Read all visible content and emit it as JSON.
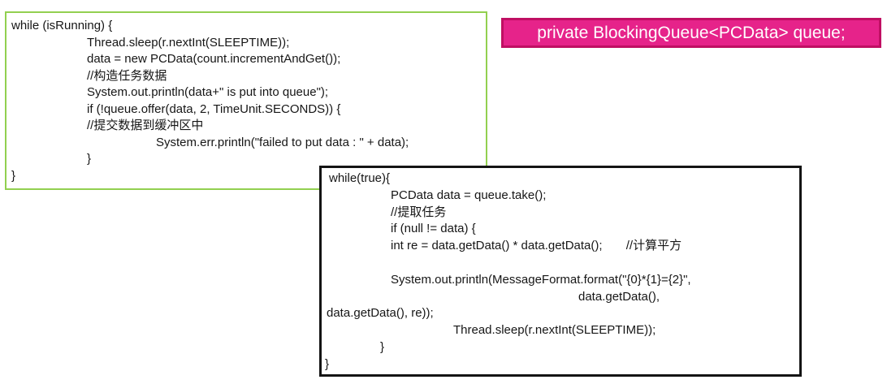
{
  "slide": {
    "background_color": "#ffffff"
  },
  "queue_declaration": {
    "text": "private BlockingQueue<PCData> queue;",
    "fill_color": "#e6238a",
    "border_color": "#c00f63",
    "text_color": "#ffffff"
  },
  "producer": {
    "role": "producer-code-snippet",
    "border_color": "#92d050",
    "lines": [
      {
        "text": "while (isRunning) {"
      },
      {
        "text": "Thread.sleep(r.nextInt(SLEEPTIME));"
      },
      {
        "text": "data = new PCData(count.incrementAndGet());"
      },
      {
        "text": "//构造任务数据"
      },
      {
        "text": "System.out.println(data+\" is put into queue\");"
      },
      {
        "text": "if (!queue.offer(data, 2, TimeUnit.SECONDS)) {"
      },
      {
        "text": "//提交数据到缓冲区中"
      },
      {
        "text": "System.err.println(\"failed to put data : \" + data);"
      },
      {
        "text": "}"
      },
      {
        "text": "}"
      }
    ]
  },
  "consumer": {
    "role": "consumer-code-snippet",
    "border_color": "#141414",
    "lines": [
      {
        "text": "while(true){"
      },
      {
        "text": "PCData data = queue.take();"
      },
      {
        "text": "//提取任务"
      },
      {
        "text": "if (null != data) {"
      },
      {
        "text": "int re = data.getData() * data.getData();       //计算平方"
      },
      {
        "text": ""
      },
      {
        "text": "System.out.println(MessageFormat.format(\"{0}*{1}={2}\","
      },
      {
        "text": "data.getData(),"
      },
      {
        "text": "data.getData(), re));"
      },
      {
        "text": "Thread.sleep(r.nextInt(SLEEPTIME));"
      },
      {
        "text": "}"
      },
      {
        "text": "}"
      }
    ]
  }
}
